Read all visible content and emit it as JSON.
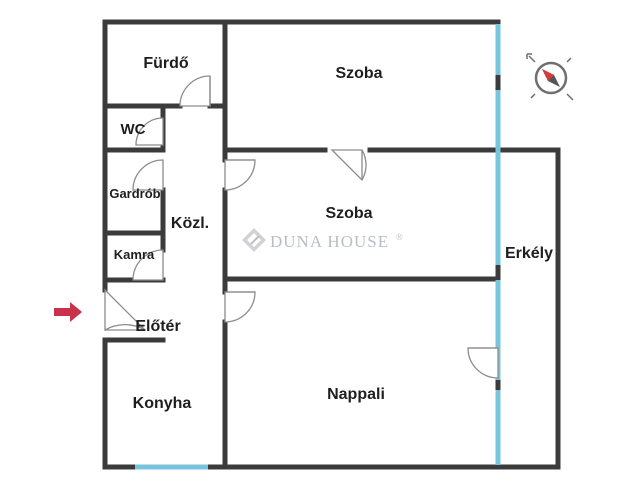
{
  "rooms": {
    "furdo": "Fürdő",
    "szoba_top": "Szoba",
    "wc": "WC",
    "gardrob": "Gardrób",
    "kozl": "Közl.",
    "szoba_mid": "Szoba",
    "kamra": "Kamra",
    "eloter": "Előtér",
    "erkely": "Erkély",
    "konyha": "Konyha",
    "nappali": "Nappali"
  },
  "watermark": {
    "text": "DUNA HOUSE",
    "mark": "®"
  },
  "colors": {
    "wall": "#3b3b3b",
    "window": "#79c4dd",
    "door": "#8c8c8c",
    "entrance_arrow": "#c8324a",
    "watermark": "#b9bec4"
  },
  "icons": {
    "compass": "compass-icon",
    "entrance": "entrance-arrow-icon",
    "logo": "duna-house-logo"
  }
}
